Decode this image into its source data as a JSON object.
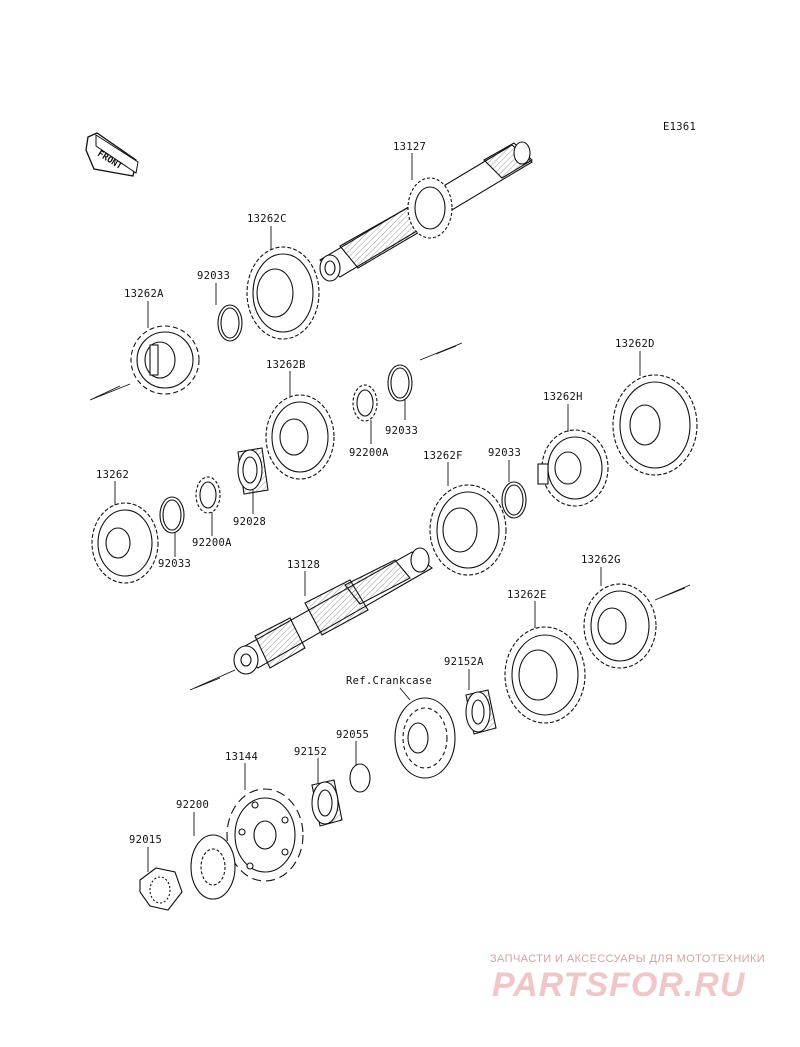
{
  "diagram_code": "E1361",
  "front_label": "FRONT",
  "reference_label": "Ref.Crankcase",
  "parts": [
    {
      "key": "13127",
      "label": "13127"
    },
    {
      "key": "13262C",
      "label": "13262C"
    },
    {
      "key": "92033_a",
      "label": "92033"
    },
    {
      "key": "13262A",
      "label": "13262A"
    },
    {
      "key": "13262B",
      "label": "13262B"
    },
    {
      "key": "92033_b",
      "label": "92033"
    },
    {
      "key": "92200A_a",
      "label": "92200A"
    },
    {
      "key": "13262D",
      "label": "13262D"
    },
    {
      "key": "13262H",
      "label": "13262H"
    },
    {
      "key": "13262",
      "label": "13262"
    },
    {
      "key": "92028",
      "label": "92028"
    },
    {
      "key": "92200A_b",
      "label": "92200A"
    },
    {
      "key": "92033_c",
      "label": "92033"
    },
    {
      "key": "13262F",
      "label": "13262F"
    },
    {
      "key": "92033_d",
      "label": "92033"
    },
    {
      "key": "13128",
      "label": "13128"
    },
    {
      "key": "13262G",
      "label": "13262G"
    },
    {
      "key": "13262E",
      "label": "13262E"
    },
    {
      "key": "92152A",
      "label": "92152A"
    },
    {
      "key": "92055",
      "label": "92055"
    },
    {
      "key": "92152",
      "label": "92152"
    },
    {
      "key": "13144",
      "label": "13144"
    },
    {
      "key": "92200",
      "label": "92200"
    },
    {
      "key": "92015",
      "label": "92015"
    }
  ],
  "watermark": {
    "subtitle": "ЗАПЧАСТИ И АКСЕССУАРЫ ДЛЯ МОТОТЕХНИКИ",
    "brand": "PARTSFOR.RU"
  }
}
